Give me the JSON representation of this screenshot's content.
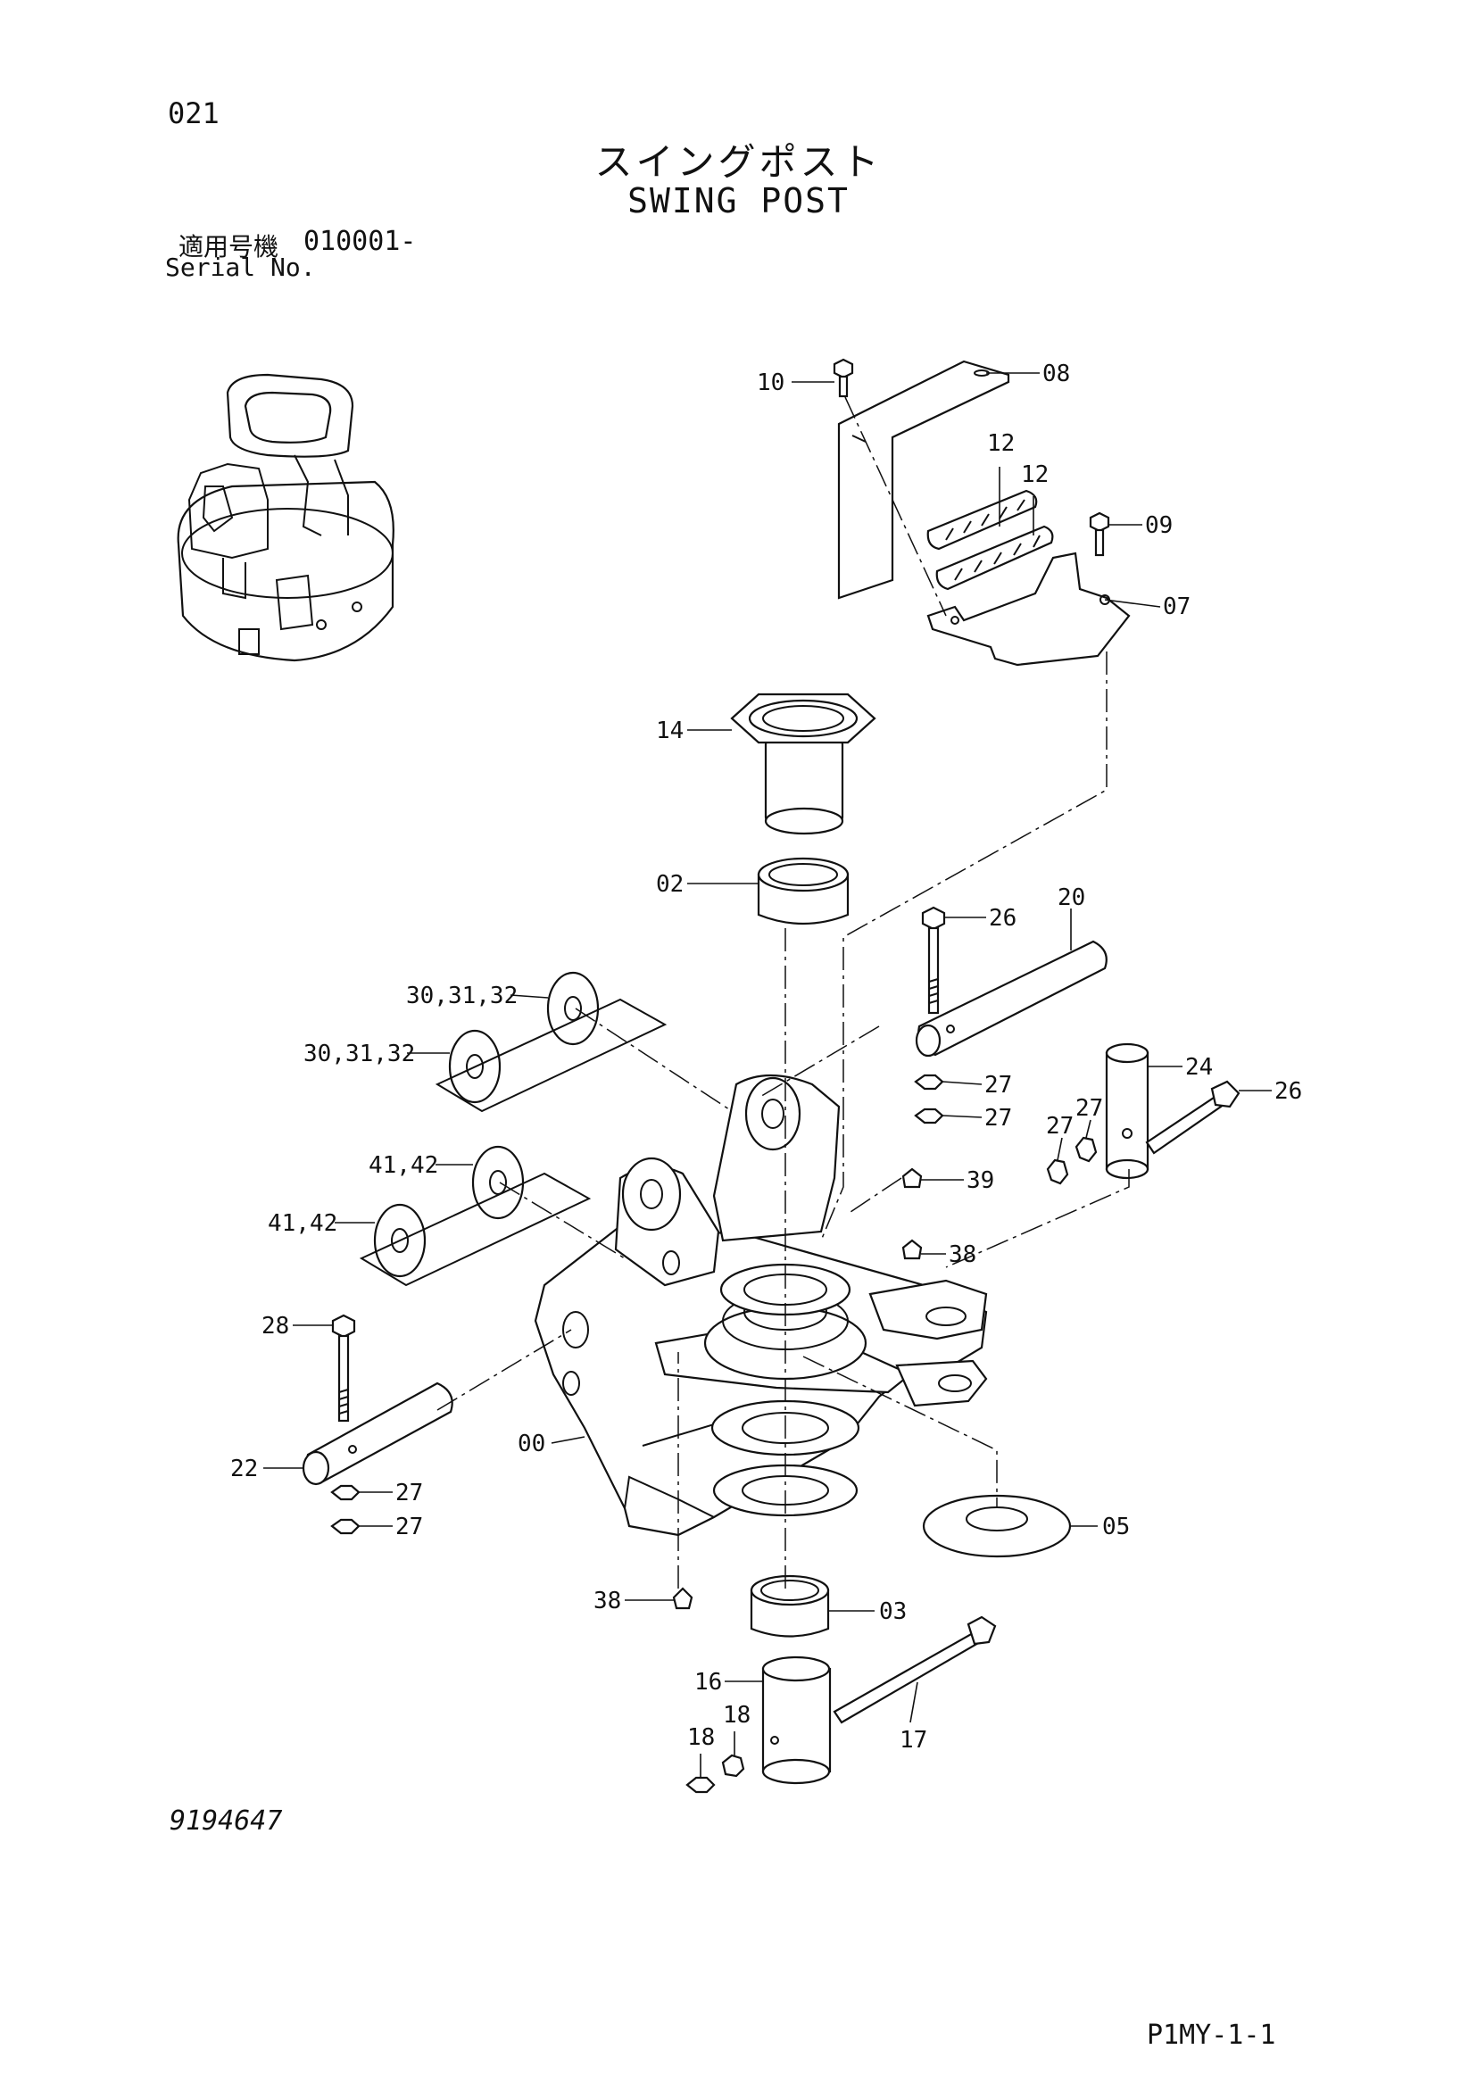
{
  "header": {
    "page_number": "021",
    "title_jp": "スイングポスト",
    "title_en": "SWING POST",
    "serial_label_jp": "適用号機",
    "serial_value": "010001-",
    "serial_label_en": "Serial No."
  },
  "footer": {
    "drawing_number": "9194647",
    "sheet_id": "P1MY-1-1"
  },
  "callouts": [
    "10",
    "08",
    "12",
    "12",
    "09",
    "07",
    "14",
    "02",
    "26",
    "20",
    "30,31,32",
    "30,31,32",
    "27",
    "27",
    "24",
    "26",
    "27",
    "27",
    "41,42",
    "41,42",
    "39",
    "38",
    "28",
    "00",
    "22",
    "27",
    "27",
    "05",
    "38",
    "03",
    "16",
    "18",
    "18",
    "17"
  ]
}
